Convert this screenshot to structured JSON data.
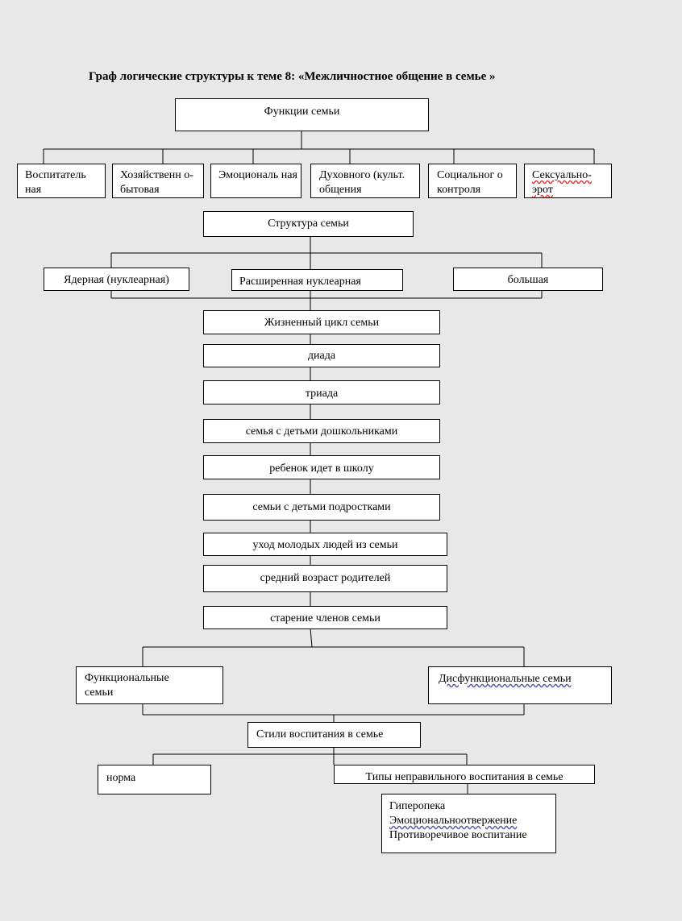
{
  "title": "Граф логические структуры к теме 8: «Межличностное общение в семье »",
  "functions": {
    "header": "Функции семьи",
    "items": [
      "Воспитатель ная",
      "Хозяйственн о-бытовая",
      "Эмоциональ ная",
      "Духовного (культ. общения",
      "Социальног о контроля",
      "Сексуально-эрот"
    ]
  },
  "structure": {
    "header": "Структура семьи",
    "items": [
      "Ядерная (нуклеарная)",
      "Расширенная нуклеарная",
      "большая"
    ]
  },
  "lifecycle": {
    "header": "Жизненный цикл семьи",
    "stages": [
      "диада",
      "триада",
      "семья с детьми дошкольниками",
      "ребенок идет в школу",
      "семьи с детьми подростками",
      "уход молодых людей из семьи",
      "средний возраст родителей",
      "старение членов семьи"
    ]
  },
  "family_types": {
    "functional": "Функциональные семьи",
    "dysfunctional": "Дисфункциональные семьи"
  },
  "upbringing": {
    "header": "Стили воспитания в семье",
    "norm": "норма",
    "wrong": "Типы неправильного воспитания в семье",
    "types": [
      "Гиперопека",
      "Эмоциональноотвержение",
      "Противоречивое воспитание"
    ]
  }
}
